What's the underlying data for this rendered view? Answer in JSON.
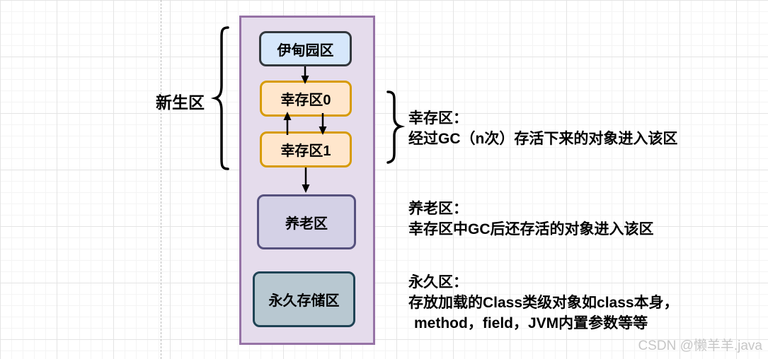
{
  "nodes": {
    "eden": {
      "label": "伊甸园区"
    },
    "survivor0": {
      "label": "幸存区0"
    },
    "survivor1": {
      "label": "幸存区1"
    },
    "old_gen": {
      "label": "养老区"
    },
    "perm_gen": {
      "label": "永久存储区"
    }
  },
  "labels": {
    "new_generation": "新生区"
  },
  "annotations": {
    "survivor": {
      "title": "幸存区：",
      "line1": "经过GC（n次）存活下来的对象进入该区"
    },
    "old_gen": {
      "title": "养老区：",
      "line1": "幸存区中GC后还存活的对象进入该区"
    },
    "perm_gen": {
      "title": "永久区：",
      "line1": "存放加载的Class类级对象如class本身，",
      "line2": "method，field，JVM内置参数等等"
    }
  },
  "watermark": "CSDN @懒羊羊.java",
  "colors": {
    "heap_fill": "#e5dcec",
    "heap_border": "#9673a6",
    "eden_fill": "#d6e7fb",
    "eden_border": "#33383d",
    "survivor_fill": "#ffe6cc",
    "survivor_border": "#d79b00",
    "old_gen_fill": "#d4d1e6",
    "old_gen_border": "#56517e",
    "perm_gen_fill": "#b8c8d1",
    "perm_gen_border": "#1f4355",
    "arrow": "#000000",
    "watermark_text": "#c6c6c6"
  }
}
